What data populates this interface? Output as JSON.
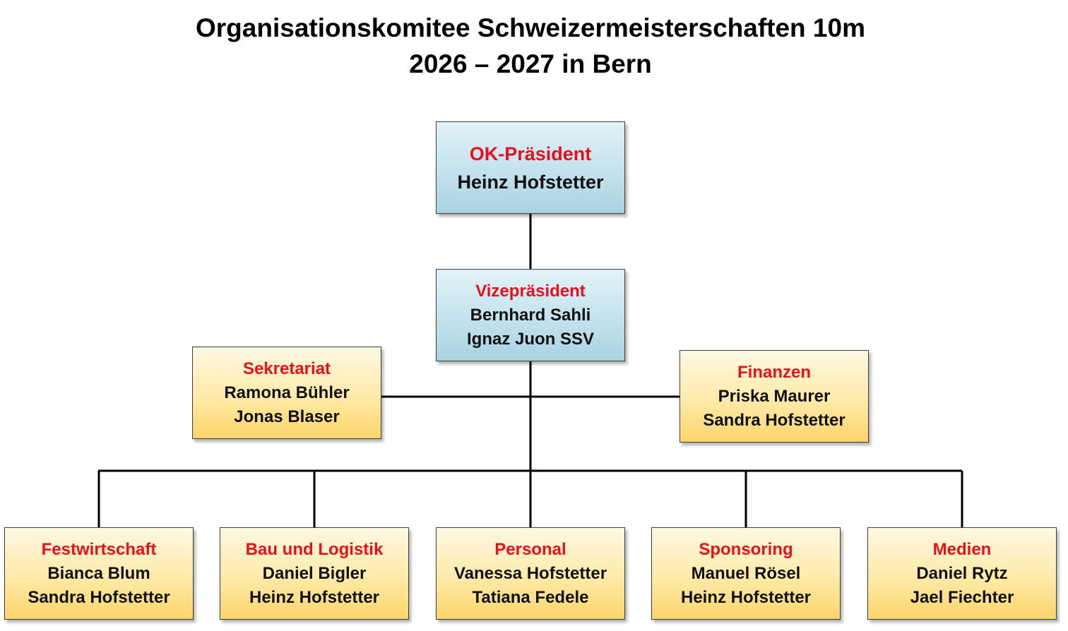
{
  "title": {
    "line1": "Organisationskomitee Schweizermeisterschaften 10m",
    "line2": "2026 – 2027 in Bern"
  },
  "colors": {
    "role_text": "#e8101a",
    "person_text": "#111111",
    "leadership_box": "#c3e2ec",
    "department_box": "#ffeaa8",
    "connector": "#000000"
  },
  "president": {
    "role": "OK-Präsident",
    "members": [
      "Heinz Hofstetter"
    ]
  },
  "vice_president": {
    "role": "Vizepräsident",
    "members": [
      "Bernhard Sahli",
      "Ignaz Juon SSV"
    ]
  },
  "staff": [
    {
      "role": "Sekretariat",
      "members": [
        "Ramona Bühler",
        "Jonas Blaser"
      ]
    },
    {
      "role": "Finanzen",
      "members": [
        "Priska Maurer",
        "Sandra Hofstetter"
      ]
    }
  ],
  "departments": [
    {
      "role": "Festwirtschaft",
      "members": [
        "Bianca Blum",
        "Sandra Hofstetter"
      ]
    },
    {
      "role": "Bau und Logistik",
      "members": [
        "Daniel Bigler",
        "Heinz Hofstetter"
      ]
    },
    {
      "role": "Personal",
      "members": [
        "Vanessa Hofstetter",
        "Tatiana Fedele"
      ]
    },
    {
      "role": "Sponsoring",
      "members": [
        "Manuel Rösel",
        "Heinz Hofstetter"
      ]
    },
    {
      "role": "Medien",
      "members": [
        "Daniel Rytz",
        "Jael Fiechter"
      ]
    }
  ]
}
